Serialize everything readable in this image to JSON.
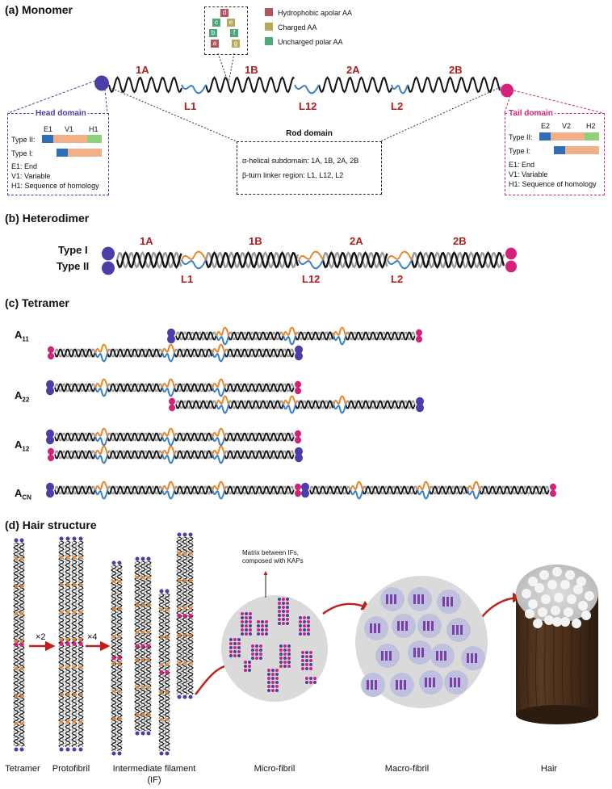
{
  "sections": {
    "a": "(a) Monomer",
    "b": "(b) Heterodimer",
    "c": "(c) Tetramer",
    "d": "(d) Hair structure"
  },
  "legend": {
    "items": [
      {
        "label": "Hydrophobic apolar AA",
        "color": "#b5535f"
      },
      {
        "label": "Charged AA",
        "color": "#b8a95a"
      },
      {
        "label": "Uncharged polar AA",
        "color": "#4fa77c"
      }
    ],
    "heptad": [
      "a",
      "b",
      "c",
      "d",
      "e",
      "f",
      "g"
    ]
  },
  "segments": {
    "helix": [
      "1A",
      "1B",
      "2A",
      "2B"
    ],
    "linkers": [
      "L1",
      "L12",
      "L2"
    ]
  },
  "head_domain": {
    "title": "Head domain",
    "cols": [
      "E1",
      "V1",
      "H1"
    ],
    "type2": "Type II:",
    "type1": "Type I:",
    "defs": [
      "E1: End",
      "V1: Variable",
      "H1: Sequence of homology"
    ]
  },
  "tail_domain": {
    "title": "Tail domain",
    "cols": [
      "E2",
      "V2",
      "H2"
    ],
    "type2": "Type II:",
    "type1": "Type I:",
    "defs": [
      "E1: End",
      "V1: Variable",
      "H1: Sequence of homology"
    ]
  },
  "rod_domain": {
    "title": "Rod domain",
    "line1": "α-helical subdomain: 1A, 1B, 2A, 2B",
    "line2": "β-turn linker region: L1, L12, L2"
  },
  "heterodimer": {
    "type1": "Type I",
    "type2": "Type II"
  },
  "tetramer": {
    "labels": [
      {
        "main": "A",
        "sub": "11"
      },
      {
        "main": "A",
        "sub": "22"
      },
      {
        "main": "A",
        "sub": "12"
      },
      {
        "main": "A",
        "sub": "CN"
      }
    ]
  },
  "hair": {
    "x2": "×2",
    "x4": "×4",
    "matrix_note_1": "Matrix between IFs,",
    "matrix_note_2": "composed with KAPs",
    "captions": [
      "Tetramer",
      "Protofibril",
      "Intermediate filament",
      "(IF)",
      "Micro-fibril",
      "Macro-fibril",
      "Hair"
    ]
  },
  "colors": {
    "head": "#4a3fa8",
    "tail": "#d4217a",
    "linker_blue": "#3a7fc1",
    "linker_orange": "#e8862c",
    "v_bar": "#f2b08a",
    "h_bar": "#8fd07a",
    "e_bar": "#2f6fb8",
    "arrow": "#c0201c"
  }
}
